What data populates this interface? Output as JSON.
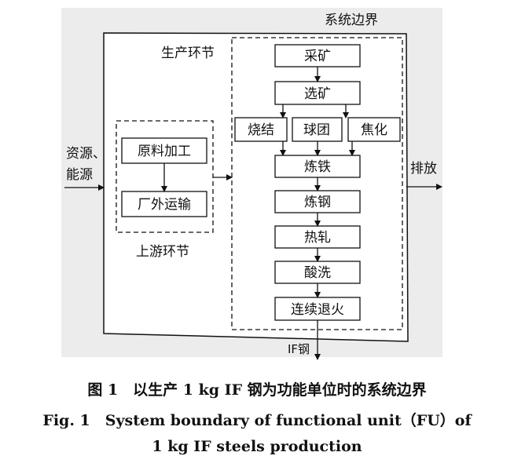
{
  "diagram": {
    "system_boundary_label": "系统边界",
    "production_label": "生产环节",
    "upstream_label": "上游环节",
    "input_label_line1": "资源、",
    "input_label_line2": "能源",
    "output_label": "排放",
    "product_label": "IF钢",
    "upstream_boxes": [
      "原料加工",
      "厂外运输"
    ],
    "production_boxes": {
      "mining": "采矿",
      "beneficiation": "选矿",
      "sintering": "烧结",
      "pelletizing": "球团",
      "coking": "焦化",
      "ironmaking": "炼铁",
      "steelmaking": "炼钢",
      "hot_rolling": "热轧",
      "pickling": "酸洗",
      "annealing": "连续退火"
    }
  },
  "caption": {
    "line1": "图 1　以生产 1 kg IF 钢为功能单位时的系统边界",
    "line2": "Fig. 1　System boundary of functional unit（FU）of",
    "line3": "1 kg IF steels production"
  }
}
